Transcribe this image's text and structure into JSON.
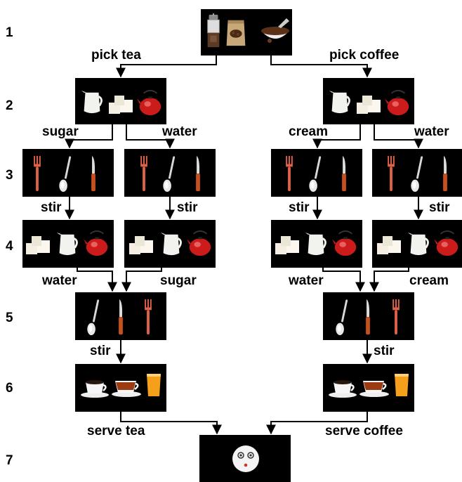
{
  "steps": [
    "1",
    "2",
    "3",
    "4",
    "5",
    "6",
    "7"
  ],
  "labels": {
    "pick_tea": "pick tea",
    "pick_coffee": "pick coffee",
    "sugar_1": "sugar",
    "water_1": "water",
    "cream_1": "cream",
    "water_2": "water",
    "stir_1": "stir",
    "stir_2": "stir",
    "stir_3": "stir",
    "stir_4": "stir",
    "water_3": "water",
    "sugar_2": "sugar",
    "water_4": "water",
    "cream_2": "cream",
    "stir_5": "stir",
    "stir_6": "stir",
    "serve_tea": "serve tea",
    "serve_coffee": "serve coffee"
  },
  "panels": {
    "start": [
      "grinder-icon",
      "coffee-bag-icon",
      "ground-coffee-bowl-icon"
    ],
    "ingredients_a": [
      "creamer-icon",
      "sugar-cubes-icon",
      "red-kettle-icon"
    ],
    "utensils_a": [
      "fork-icon",
      "spoon-icon",
      "knife-icon"
    ],
    "ingredients_b": [
      "sugar-cubes-icon",
      "creamer-icon",
      "red-kettle-icon"
    ],
    "utensils_b": [
      "spoon-icon",
      "knife-icon",
      "fork-icon"
    ],
    "drinks": [
      "coffee-cup-icon",
      "tea-cup-icon",
      "juice-glass-icon"
    ],
    "end": [
      "smiley-face-icon"
    ]
  },
  "colors": {
    "panel_bg": "#000000",
    "kettle_red": "#cc1b1b",
    "utensil_orange": "#d9532b",
    "juice_orange": "#f5a01a",
    "tea_brown": "#9a3b12"
  }
}
